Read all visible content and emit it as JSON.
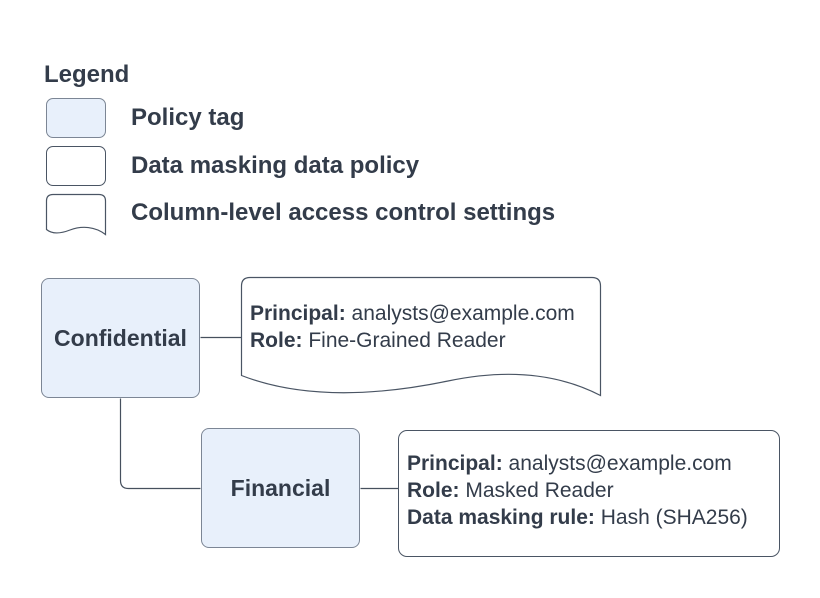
{
  "legend": {
    "title": "Legend",
    "items": [
      {
        "label": "Policy tag"
      },
      {
        "label": "Data masking data policy"
      },
      {
        "label": "Column-level access control settings"
      }
    ]
  },
  "nodes": {
    "confidential": {
      "label": "Confidential"
    },
    "financial": {
      "label": "Financial"
    }
  },
  "access_settings": {
    "principal_label": "Principal:",
    "principal_value": " analysts@example.com",
    "role_label": "Role:",
    "role_value": " Fine-Grained Reader"
  },
  "masking_policy": {
    "principal_label": "Principal:",
    "principal_value": " analysts@example.com",
    "role_label": "Role:",
    "role_value": " Masked Reader",
    "rule_label": "Data masking rule:",
    "rule_value": " Hash (SHA256)"
  },
  "colors": {
    "background": "#ffffff",
    "policy_tag_fill": "#e8f0fb",
    "policy_tag_border": "#7c8695",
    "shape_border": "#4a5564",
    "connector": "#46505e",
    "text": "#333c4a"
  }
}
